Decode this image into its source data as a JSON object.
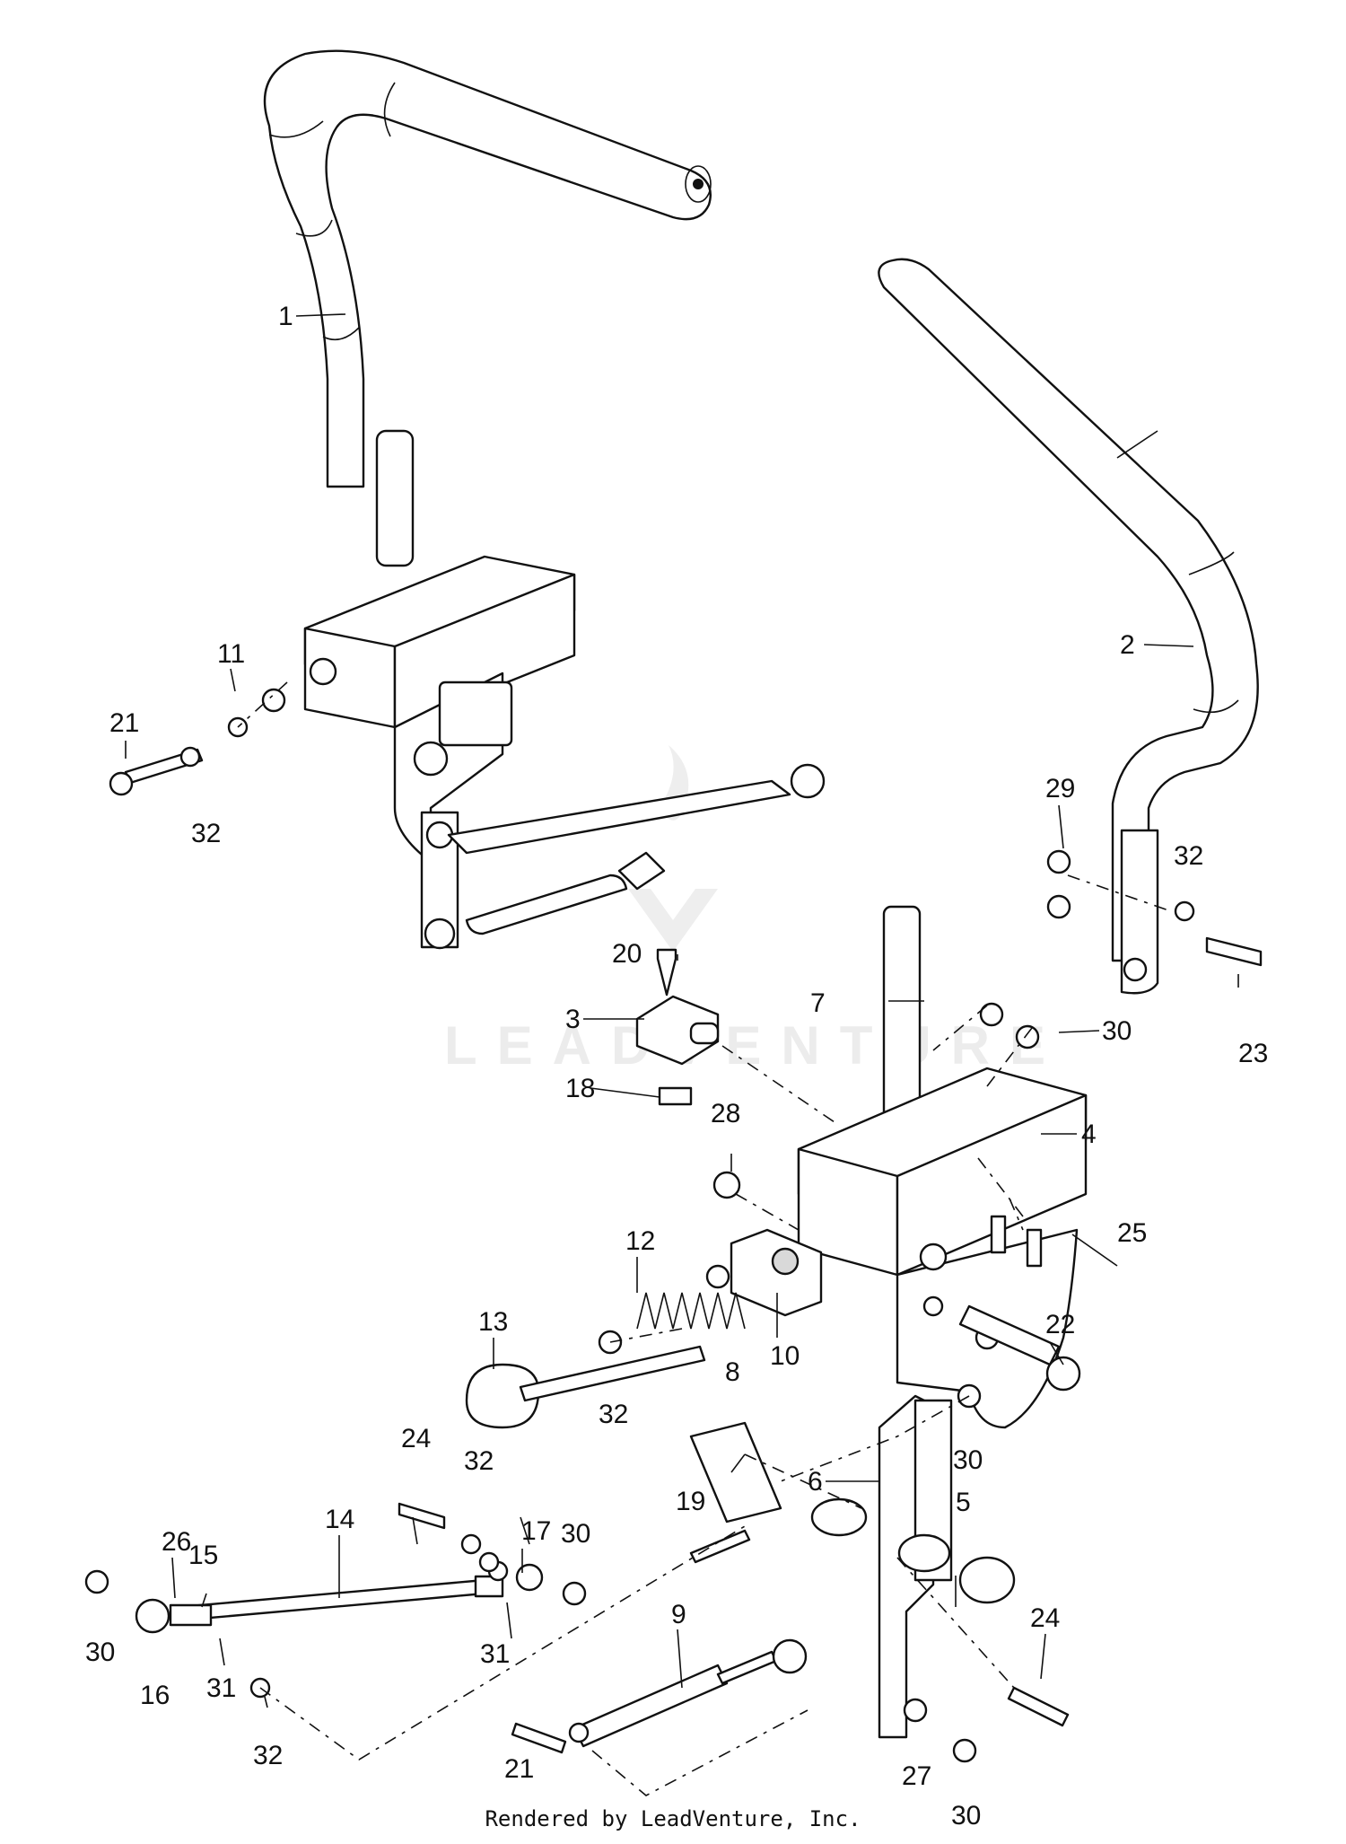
{
  "watermark": "LEADVENTURE",
  "footer": "Rendered by LeadVenture, Inc.",
  "callouts": {
    "c1": "1",
    "c2": "2",
    "c3": "3",
    "c4": "4",
    "c5": "5",
    "c6": "6",
    "c7": "7",
    "c8": "8",
    "c9": "9",
    "c10": "10",
    "c11": "11",
    "c12": "12",
    "c13": "13",
    "c14": "14",
    "c15": "15",
    "c16": "16",
    "c17": "17",
    "c18": "18",
    "c19": "19",
    "c20": "20",
    "c21": "21",
    "c22": "22",
    "c23": "23",
    "c24": "24",
    "c25": "25",
    "c26": "26",
    "c27": "27",
    "c28": "28",
    "c29": "29",
    "c30": "30",
    "c31": "31",
    "c32": "32"
  }
}
